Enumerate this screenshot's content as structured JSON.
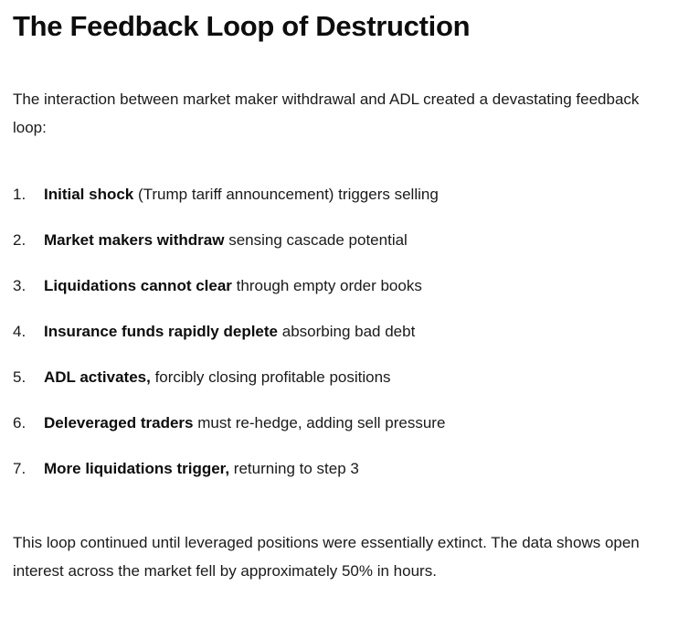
{
  "article": {
    "title": "The Feedback Loop of Destruction",
    "intro": "The interaction between market maker withdrawal and ADL created a devastating feedback loop:",
    "steps": [
      {
        "number": "1.",
        "lead": "Initial shock",
        "rest": " (Trump tariff announcement) triggers selling"
      },
      {
        "number": "2.",
        "lead": "Market makers withdraw",
        "rest": " sensing cascade potential"
      },
      {
        "number": "3.",
        "lead": "Liquidations cannot clear",
        "rest": " through empty order books"
      },
      {
        "number": "4.",
        "lead": "Insurance funds rapidly deplete",
        "rest": " absorbing bad debt"
      },
      {
        "number": "5.",
        "lead": "ADL activates,",
        "rest": " forcibly closing profitable positions"
      },
      {
        "number": "6.",
        "lead": "Deleveraged traders",
        "rest": " must re-hedge, adding sell pressure"
      },
      {
        "number": "7.",
        "lead": "More liquidations trigger,",
        "rest": " returning to step 3"
      }
    ],
    "closing": "This loop continued until leveraged positions were essentially extinct. The data shows open interest across the market fell by approximately 50% in hours."
  },
  "colors": {
    "background": "#ffffff",
    "body_text": "#1a1a1a",
    "heading_text": "#0d0d0d"
  }
}
